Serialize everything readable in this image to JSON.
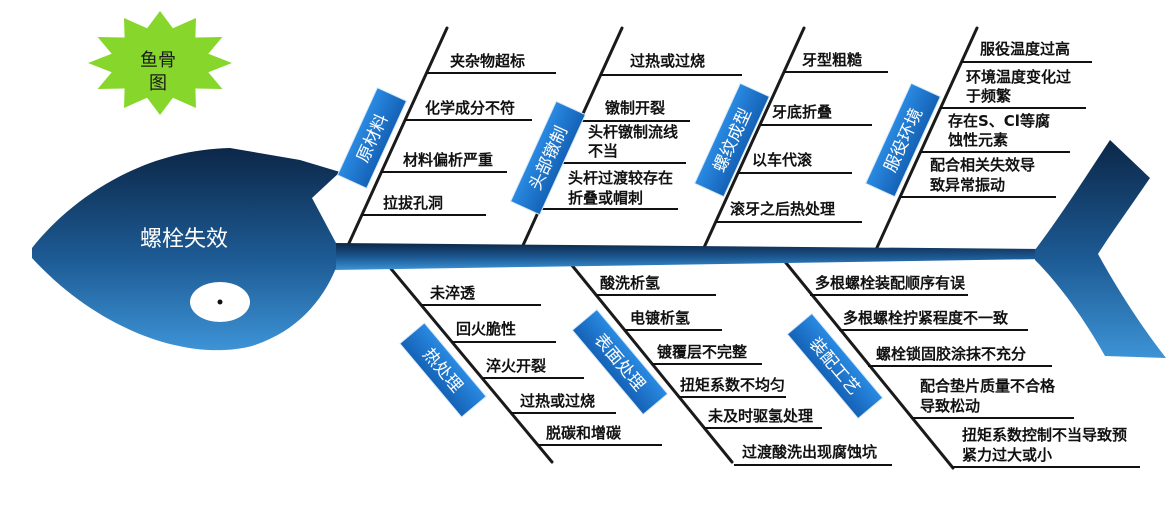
{
  "badge": {
    "line1": "鱼骨",
    "line2": "图"
  },
  "effect": "螺栓失效",
  "top_categories": [
    {
      "name": "原材料",
      "causes": [
        [
          "夹杂物超标"
        ],
        [
          "化学成分不符"
        ],
        [
          "材料偏析严重"
        ],
        [
          "拉拔孔洞"
        ]
      ]
    },
    {
      "name": "头部镦制",
      "causes": [
        [
          "过热或过烧"
        ],
        [
          "镦制开裂"
        ],
        [
          "头杆镦制流线",
          "不当"
        ],
        [
          "头杆过渡较存在",
          "折叠或帽刺"
        ]
      ]
    },
    {
      "name": "螺纹成型",
      "causes": [
        [
          "牙型粗糙"
        ],
        [
          "牙底折叠"
        ],
        [
          "以车代滚"
        ],
        [
          "滚牙之后热处理"
        ]
      ]
    },
    {
      "name": "服役环境",
      "causes": [
        [
          "服役温度过高"
        ],
        [
          "环境温度变化过",
          "于频繁"
        ],
        [
          "存在S、Cl等腐",
          "蚀性元素"
        ],
        [
          "配合相关失效导",
          "致异常振动"
        ]
      ]
    }
  ],
  "bottom_categories": [
    {
      "name": "热处理",
      "causes": [
        [
          "未淬透"
        ],
        [
          "回火脆性"
        ],
        [
          "淬火开裂"
        ],
        [
          "过热或过烧"
        ],
        [
          "脱碳和增碳"
        ]
      ]
    },
    {
      "name": "表面处理",
      "causes": [
        [
          "酸洗析氢"
        ],
        [
          "电镀析氢"
        ],
        [
          "镀覆层不完整"
        ],
        [
          "扭矩系数不均匀"
        ],
        [
          "未及时驱氢处理"
        ],
        [
          "过渡酸洗出现腐蚀坑"
        ]
      ]
    },
    {
      "name": "装配工艺",
      "causes": [
        [
          "多根螺栓装配顺序有误"
        ],
        [
          "多根螺栓拧紧程度不一致"
        ],
        [
          "螺栓锁固胶涂抹不充分"
        ],
        [
          "配合垫片质量不合格",
          "导致松动"
        ],
        [
          "扭矩系数控制不当导致预",
          "紧力过大或小"
        ]
      ]
    }
  ],
  "colors": {
    "fish_dark": "#0c2748",
    "fish_mid": "#1d5b95",
    "fish_light": "#3d93d6",
    "label_top": "#2a8ae2",
    "label_bottom": "#1462b6",
    "badge_green": "#86d62c"
  }
}
